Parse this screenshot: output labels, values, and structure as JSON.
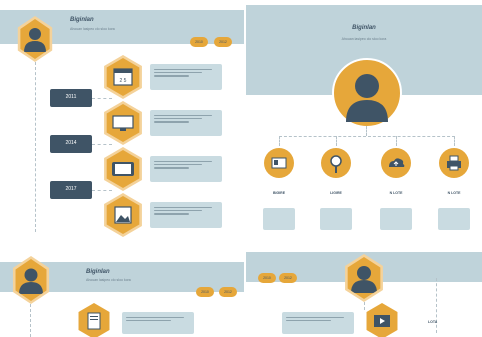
{
  "colors": {
    "accent": "#e6a73a",
    "navy": "#3f5466",
    "band": "#bfd3da",
    "card": "#c9dbe1"
  },
  "panel_a": {
    "title": "Biginlan",
    "subtitle": "Ahouan lasipeo clo sloo kora",
    "pills": [
      "2010",
      "2012"
    ],
    "year_boxes": [
      "2011",
      "2014",
      "2017"
    ],
    "steps": [
      {
        "icon": "calendar-icon",
        "lines": 3
      },
      {
        "icon": "monitor-icon",
        "lines": 3
      },
      {
        "icon": "tablet-icon",
        "lines": 3
      },
      {
        "icon": "picture-icon",
        "lines": 3
      }
    ]
  },
  "panel_b": {
    "title": "Biginlan",
    "subtitle": "Ahouan lasipeo clo sloo kora",
    "items": [
      {
        "icon": "id-card-icon",
        "label": "BIGIRE"
      },
      {
        "icon": "magnifier-icon",
        "label": "LIGIRE"
      },
      {
        "icon": "cloud-upload-icon",
        "label": "N LOTE"
      },
      {
        "icon": "printer-icon",
        "label": "N LOTE"
      }
    ]
  },
  "panel_c": {
    "title": "Biginlan",
    "subtitle": "Ahouan lasipeo clo sloo kora",
    "pills": [
      "2010",
      "2012"
    ]
  },
  "panel_d": {
    "pills": [
      "2010",
      "2012"
    ],
    "label": "LOTA"
  }
}
